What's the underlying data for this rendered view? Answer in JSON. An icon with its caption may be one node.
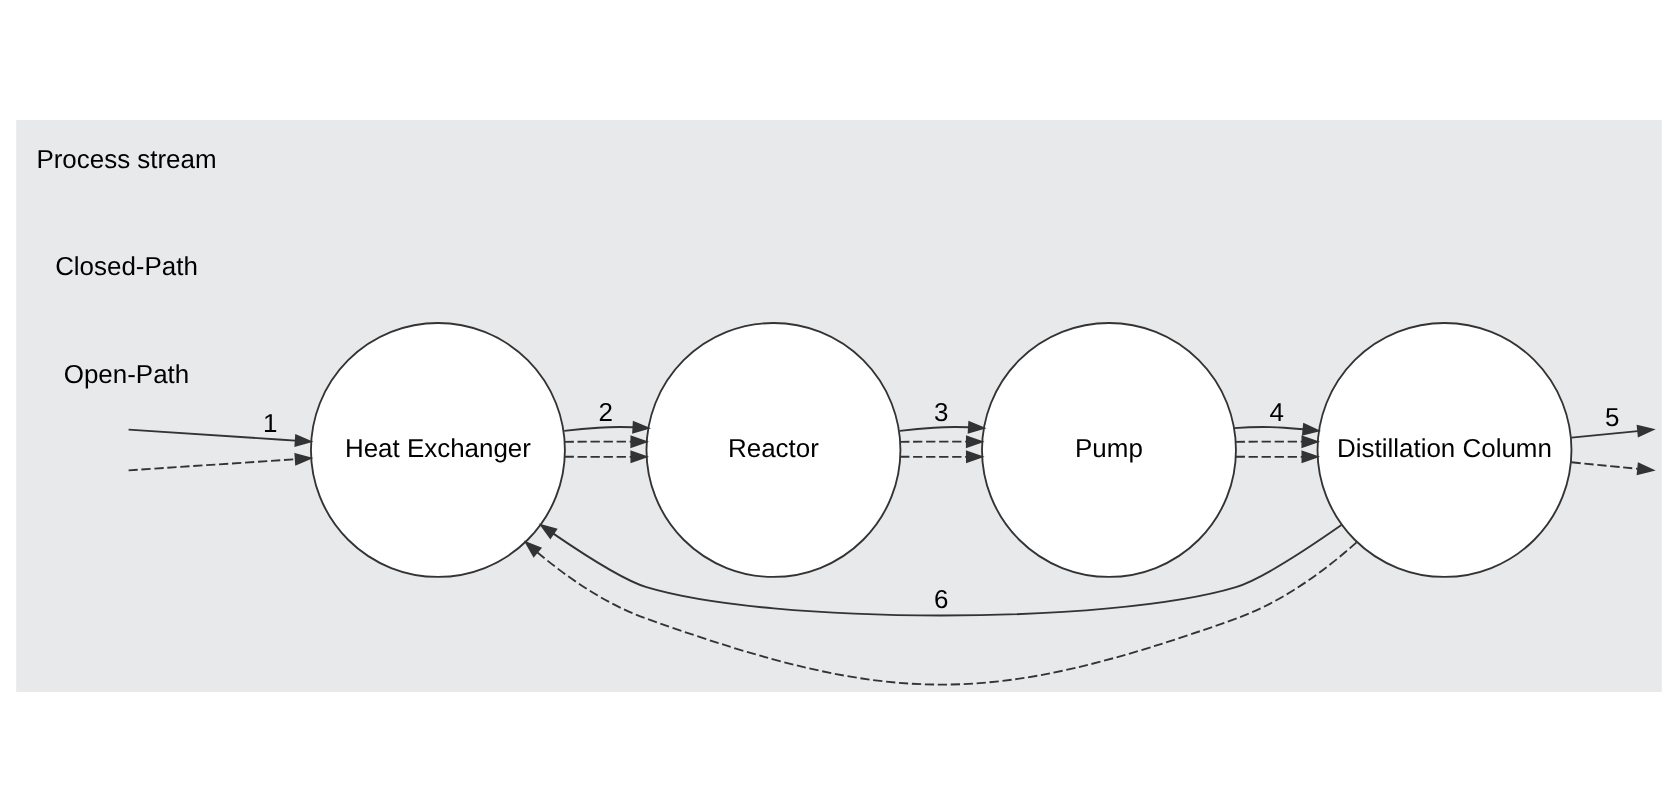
{
  "diagram": {
    "nodes": [
      {
        "text": [
          "Heat Exchanger"
        ]
      },
      {
        "text": [
          "Reactor"
        ]
      },
      {
        "text": [
          "Pump"
        ]
      },
      {
        "text": [
          "Distillation Column"
        ]
      }
    ],
    "edges": [
      {
        "from": null,
        "to": 0,
        "arrow": "to",
        "label": "1"
      },
      {
        "from": null,
        "to": 0,
        "arrow": "to",
        "style": "dashed"
      },
      {
        "from": 0,
        "to": 1,
        "arrow": "to",
        "label": "2"
      },
      {
        "from": 0,
        "to": 1,
        "arrow": "to",
        "style": "dashed"
      },
      {
        "from": 0,
        "to": 1,
        "arrow": "to",
        "style": "dashed"
      },
      {
        "from": 1,
        "to": 2,
        "arrow": "to",
        "label": "3"
      },
      {
        "from": 1,
        "to": 2,
        "arrow": "to",
        "style": "dashed"
      },
      {
        "from": 1,
        "to": 2,
        "arrow": "to",
        "style": "dashed"
      },
      {
        "from": 2,
        "to": 3,
        "arrow": "to",
        "label": "4"
      },
      {
        "from": 2,
        "to": 3,
        "arrow": "to",
        "style": "dashed"
      },
      {
        "from": 2,
        "to": 3,
        "arrow": "to",
        "style": "dashed"
      },
      {
        "from": 3,
        "to": null,
        "arrow": "to",
        "label": "5"
      },
      {
        "from": 3,
        "to": null,
        "arrow": "to",
        "style": "dashed"
      },
      {
        "from": 3,
        "to": 0,
        "arrow": "to",
        "label": "6"
      },
      {
        "from": 3,
        "to": 0,
        "arrow": "to",
        "style": "dashed"
      }
    ],
    "legend": [
      {
        "text": "Process stream"
      },
      {
        "text": "Closed-Path"
      },
      {
        "text": "Open-Path"
      }
    ]
  }
}
